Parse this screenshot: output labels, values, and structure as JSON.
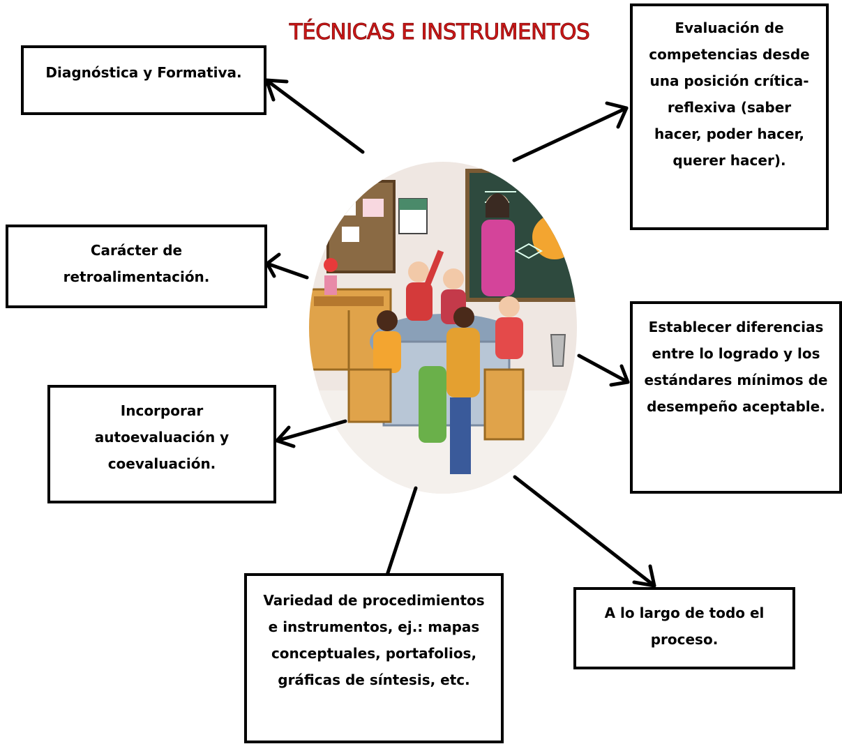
{
  "diagram": {
    "title": "TÉCNICAS E INSTRUMENTOS",
    "nodes": {
      "diagnostica": "Diagnóstica y Formativa.",
      "competencias": "Evaluación de competencias desde una posición crítica-reflexiva (saber hacer, poder hacer, querer hacer).",
      "retroalimentacion": "Carácter de retroalimentación.",
      "diferencias": "Establecer diferencias entre lo logrado y los estándares mínimos de desempeño aceptable.",
      "autoevaluacion": "Incorporar autoevaluación y coevaluación.",
      "variedad": "Variedad de procedimientos e instrumentos, ej.: mapas conceptuales, portafolios, gráficas de síntesis, etc.",
      "proceso": "A lo largo de todo el proceso."
    },
    "central_image": "classroom-illustration"
  }
}
